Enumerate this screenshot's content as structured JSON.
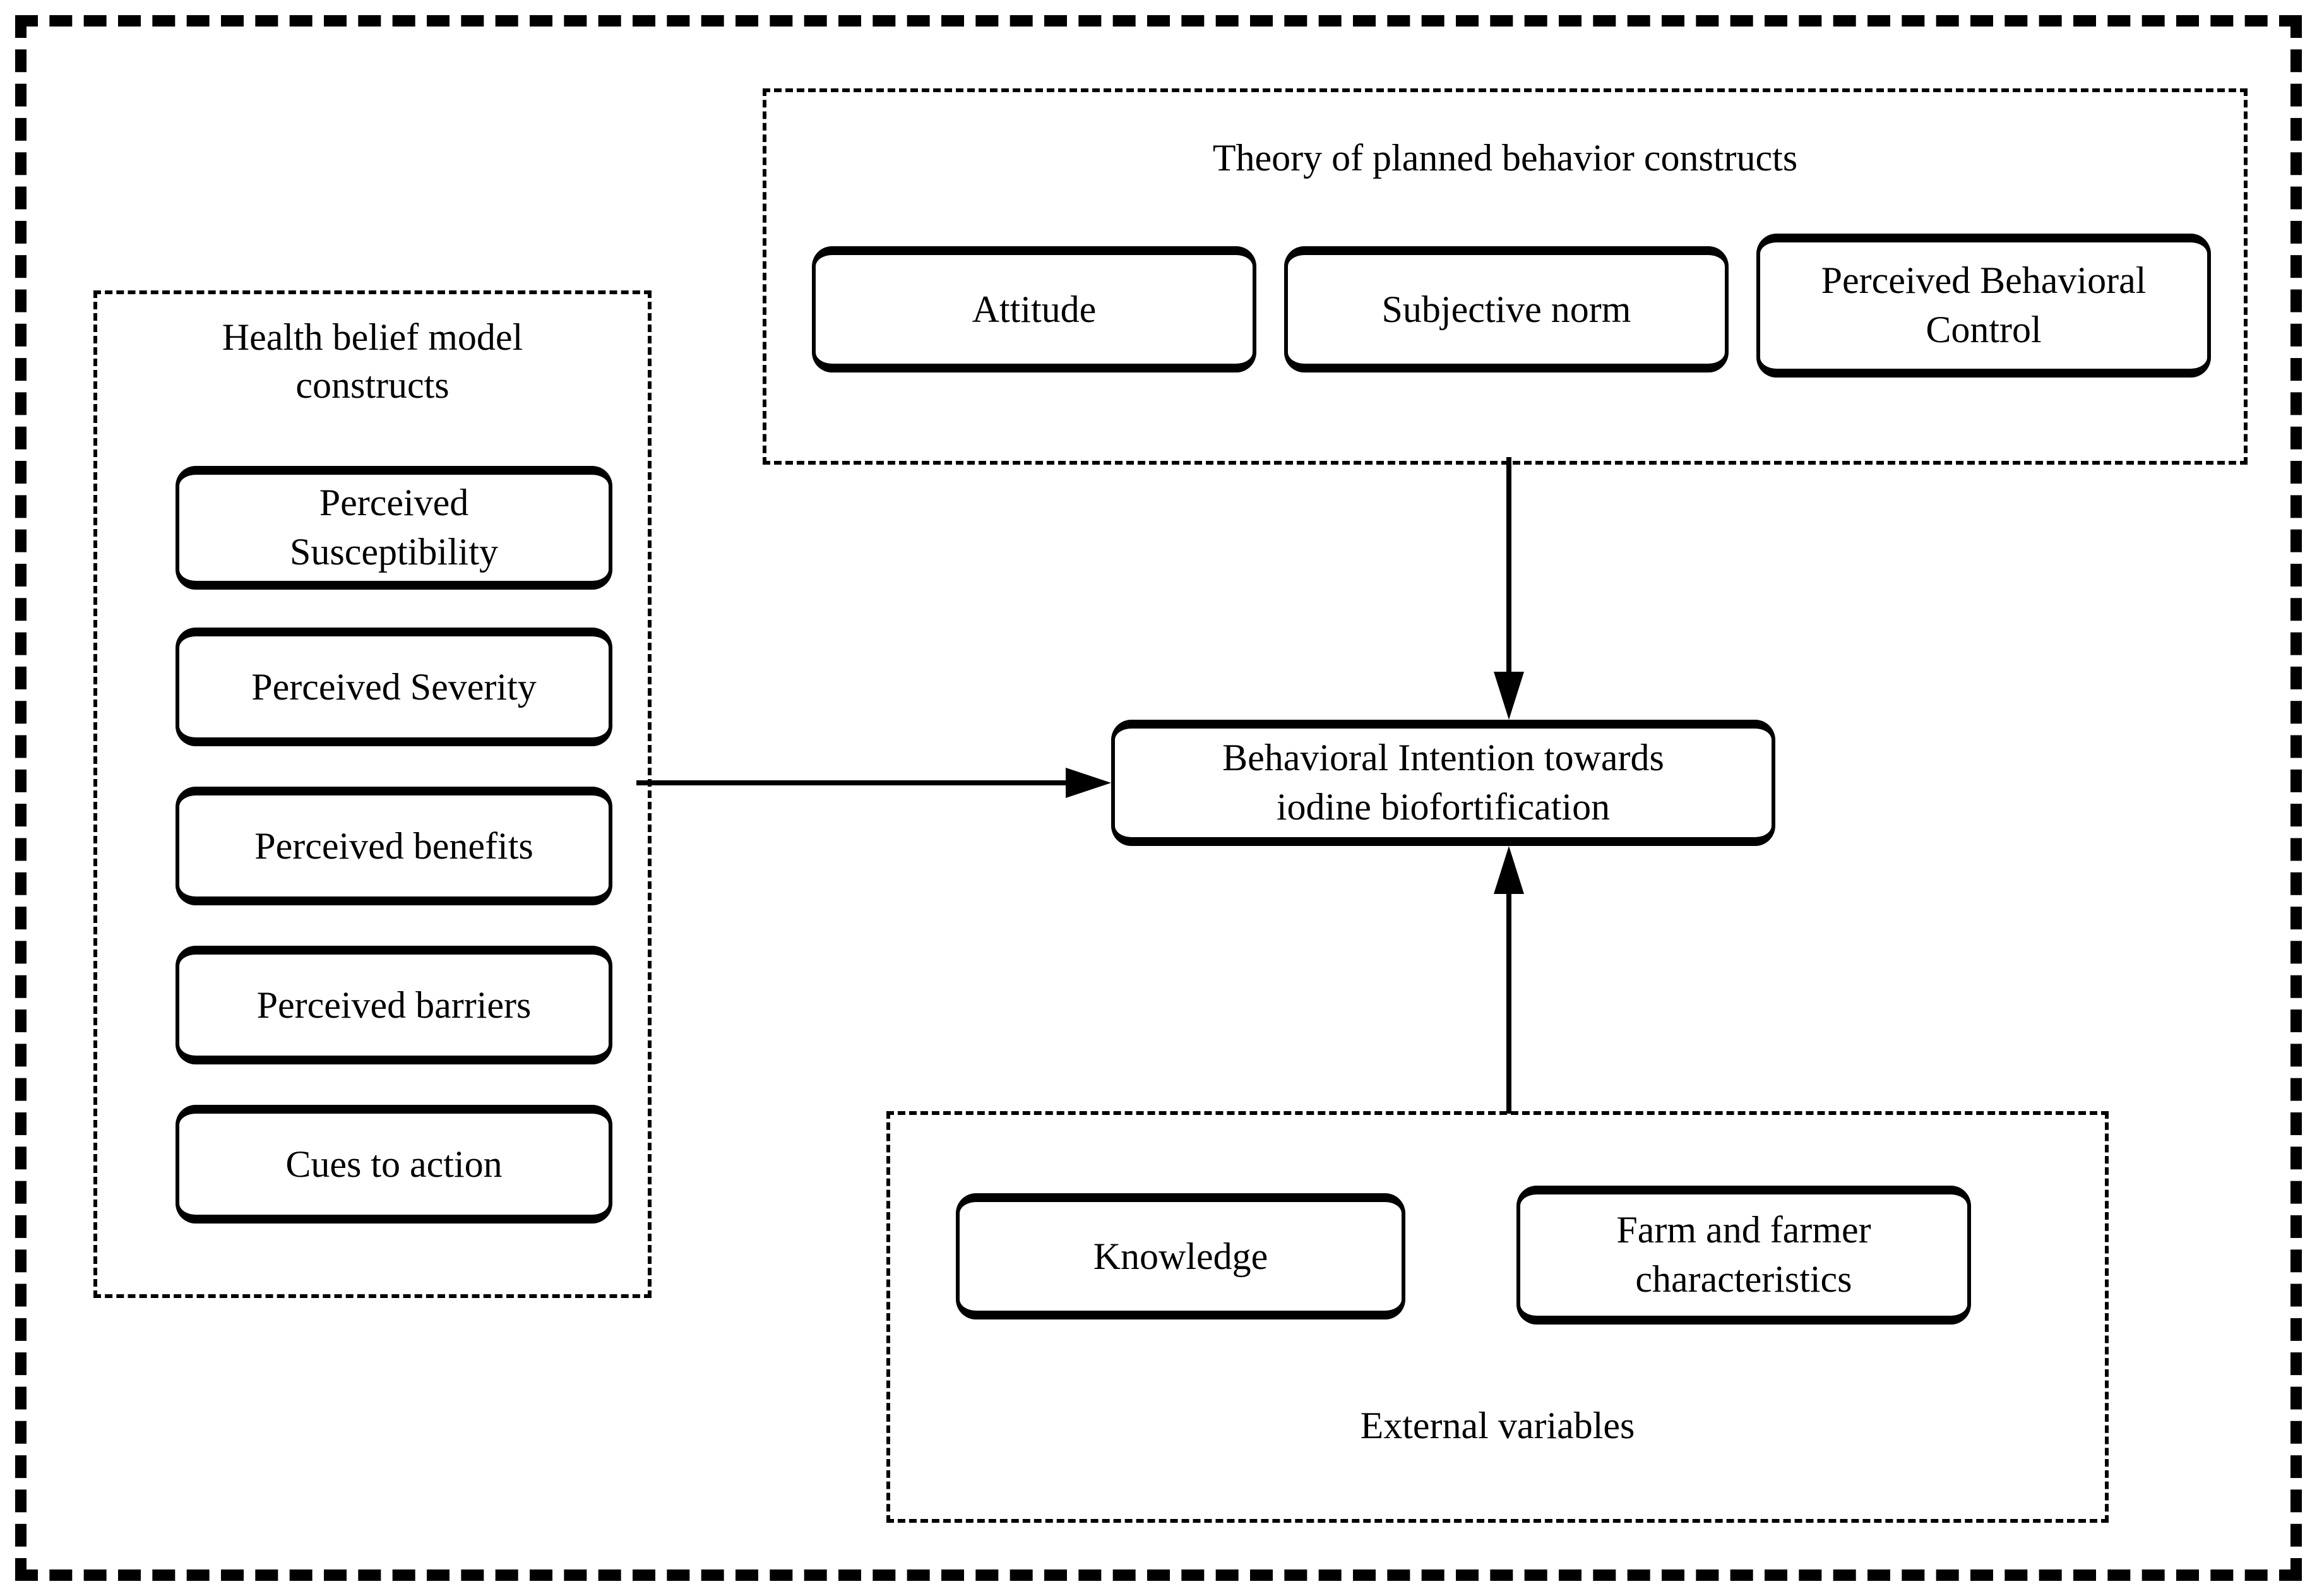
{
  "figure": {
    "colors": {
      "ink": "#000000",
      "paper": "#ffffff"
    },
    "tpb": {
      "title": "Theory of planned behavior constructs",
      "items": [
        "Attitude",
        "Subjective norm",
        "Perceived Behavioral\nControl"
      ]
    },
    "hbm": {
      "title": "Health belief model\nconstructs",
      "items": [
        "Perceived\nSusceptibility",
        "Perceived Severity",
        "Perceived benefits",
        "Perceived barriers",
        "Cues to action"
      ]
    },
    "intention": {
      "label": "Behavioral Intention towards\niodine biofortification"
    },
    "external": {
      "title": "External variables",
      "items": [
        "Knowledge",
        "Farm and farmer\ncharacteristics"
      ]
    }
  }
}
